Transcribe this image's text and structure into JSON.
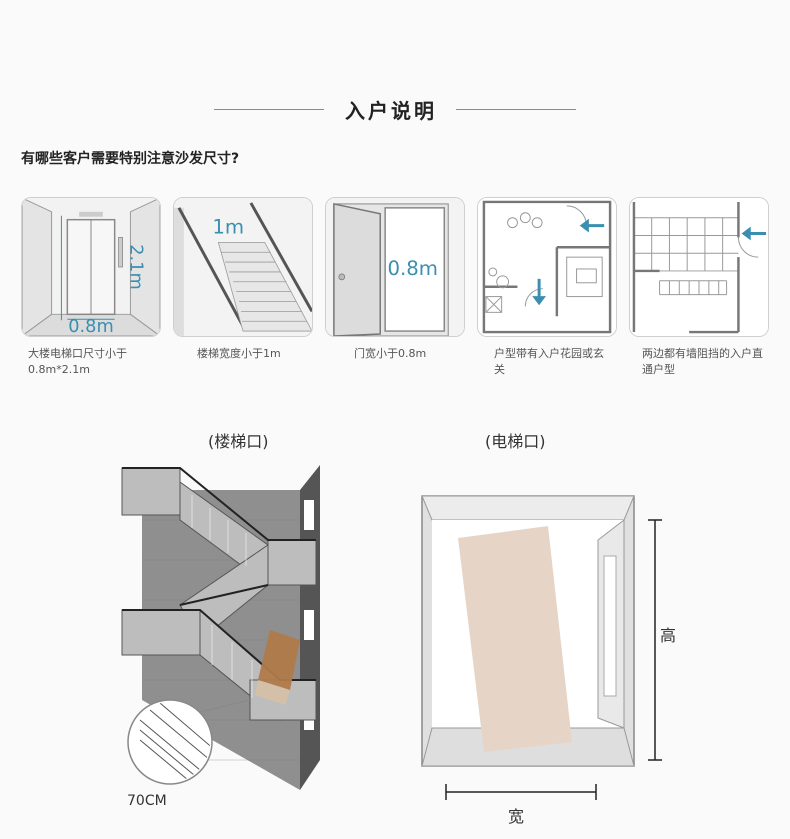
{
  "header": {
    "title": "入户说明"
  },
  "question": "有哪些客户需要特别注意沙发尺寸?",
  "cards": [
    {
      "caption": "大楼电梯口尺寸小于0.8m*2.1m",
      "labels": [
        "2.1m",
        "0.8m"
      ]
    },
    {
      "caption": "楼梯宽度小于1m",
      "labels": [
        "1m"
      ]
    },
    {
      "caption": "门宽小于0.8m",
      "labels": [
        "0.8m"
      ]
    },
    {
      "caption": "户型带有入户花园或玄关",
      "labels": []
    },
    {
      "caption": "两边都有墙阻挡的入户直通户型",
      "labels": []
    }
  ],
  "stairs": {
    "title": "(楼梯口)",
    "width_label": "70CM"
  },
  "elevator": {
    "title": "(电梯口)",
    "height_label": "高",
    "width_label": "宽"
  },
  "colors": {
    "accent": "#3a8fb0",
    "line": "#8a8a8a",
    "sofa": "#e6d5c6",
    "box": "#b07a4a"
  }
}
